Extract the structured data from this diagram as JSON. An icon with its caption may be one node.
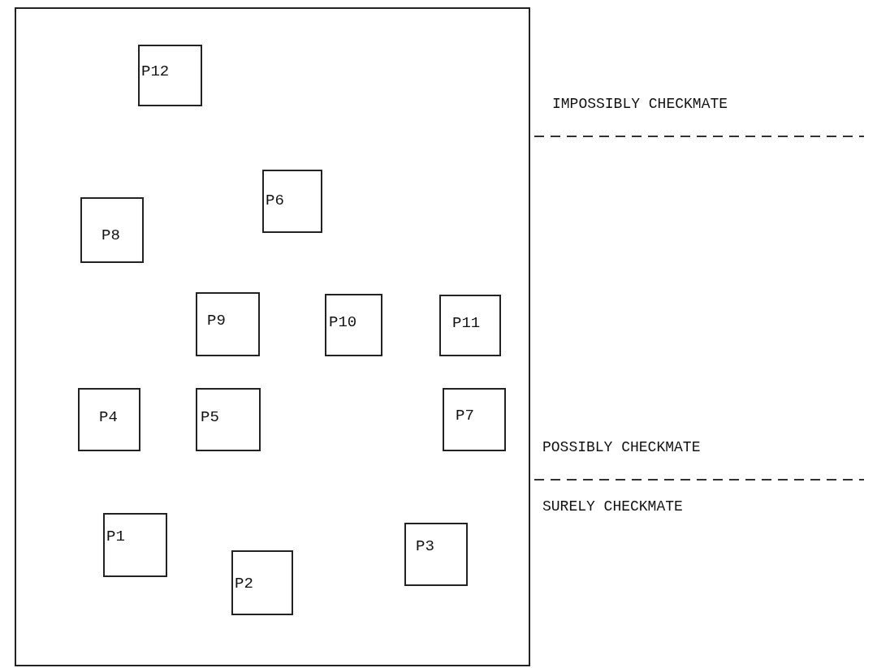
{
  "diagram": {
    "nodes": [
      {
        "text": [],
        "shape": "box"
      },
      {
        "text": [
          "P12"
        ],
        "in": 0
      },
      {
        "text": [
          "P6"
        ],
        "in": 0
      },
      {
        "text": [
          "P8"
        ],
        "in": 0
      },
      {
        "text": [
          "P9"
        ],
        "in": 0
      },
      {
        "text": [
          "P10"
        ],
        "in": 0
      },
      {
        "text": [
          "P11"
        ],
        "in": 0
      },
      {
        "text": [
          "P4"
        ],
        "in": 0
      },
      {
        "text": [
          "P5"
        ],
        "in": 0
      },
      {
        "text": [
          "P7"
        ],
        "in": 0
      },
      {
        "text": [
          "P1"
        ],
        "in": 0
      },
      {
        "text": [
          "P3"
        ],
        "in": 0
      },
      {
        "text": [
          "P2"
        ],
        "in": 0
      }
    ],
    "labels": [
      "IMPOSSIBLY CHECKMATE",
      "POSSIBLY CHECKMATE",
      "SURELY CHECKMATE"
    ]
  }
}
